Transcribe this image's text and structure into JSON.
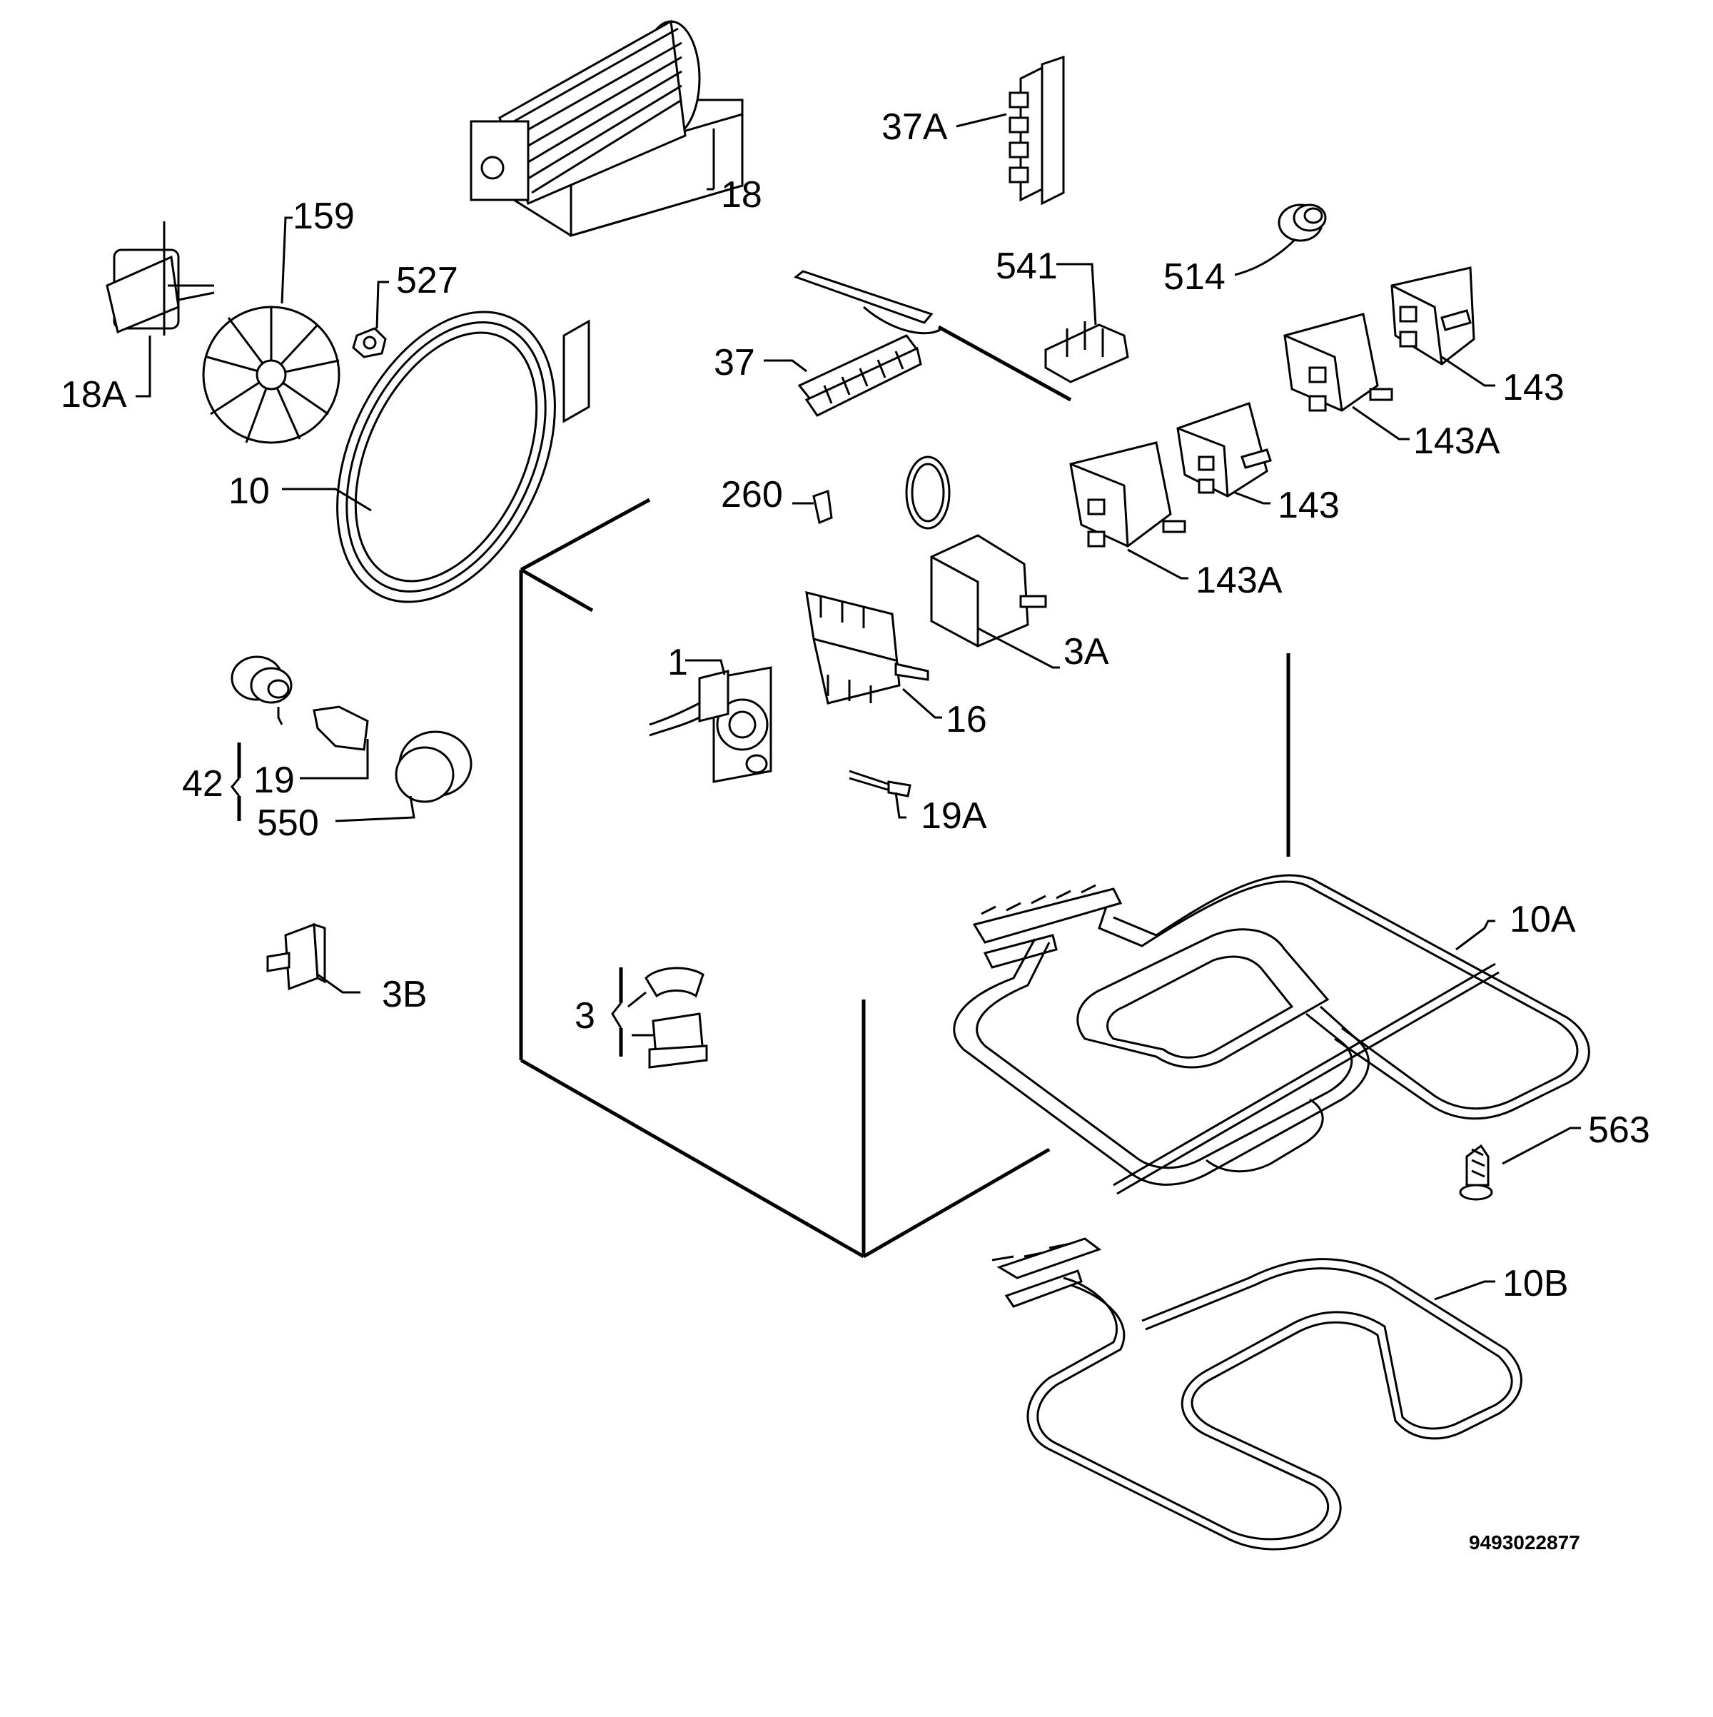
{
  "diagram": {
    "type": "exploded parts diagram",
    "document_number": "9493022877",
    "labels": {
      "p18": "18",
      "p37A": "37A",
      "p159": "159",
      "p527": "527",
      "p541": "541",
      "p514": "514",
      "p18A": "18A",
      "p37": "37",
      "p143_top": "143",
      "p143A_top": "143A",
      "p10": "10",
      "p260": "260",
      "p143_mid": "143",
      "p143A_mid": "143A",
      "p3A": "3A",
      "p1": "1",
      "p16": "16",
      "p42": "42",
      "p19": "19",
      "p550": "550",
      "p19A": "19A",
      "p10A": "10A",
      "p3B": "3B",
      "p3": "3",
      "p563": "563",
      "p10B": "10B"
    }
  }
}
